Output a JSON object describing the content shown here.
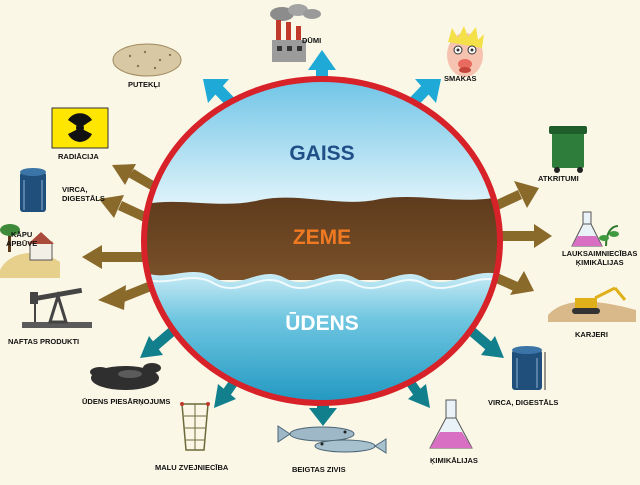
{
  "zones": {
    "air": {
      "label": "GAISS",
      "color": "#1f4f86"
    },
    "land": {
      "label": "ZEME",
      "color": "#f07a22"
    },
    "water": {
      "label": "ŪDENS",
      "color": "#ffffff"
    }
  },
  "colors": {
    "background": "#fbf7e6",
    "ring": "#d62228",
    "sky": "#a9dcef",
    "soil": "#6b4423",
    "water": "#2aa8c8",
    "arrow_brown": "#8a6a2b",
    "arrow_blue": "#1ea9d6",
    "arrow_teal": "#12808c"
  },
  "sources": [
    {
      "id": "dumi",
      "label": "DŪMI",
      "icon": "factory-smoke-icon"
    },
    {
      "id": "smakas",
      "label": "SMAKAS",
      "icon": "face-holding-nose-icon"
    },
    {
      "id": "atkritumi",
      "label": "ATKRITUMI",
      "icon": "trash-bin-icon"
    },
    {
      "id": "lauksaimniecibas",
      "label_lines": [
        "LAUKSAIMNIECĪBAS",
        "ĶIMIKĀLIJAS"
      ],
      "icon": "flask-with-plant-icon"
    },
    {
      "id": "karjeri",
      "label": "KARJERI",
      "icon": "excavator-icon"
    },
    {
      "id": "virca-right",
      "label": "VIRCA, DIGESTĀLS",
      "icon": "storage-tank-icon"
    },
    {
      "id": "kimikalijas",
      "label": "ĶIMIKĀLIJAS",
      "icon": "chemical-flask-icon"
    },
    {
      "id": "beigtas-zivis",
      "label": "BEIGTAS ZIVIS",
      "icon": "dead-fish-icon"
    },
    {
      "id": "malu-zvejnieciba",
      "label": "MALU ZVEJNIECĪBA",
      "icon": "fishing-net-icon"
    },
    {
      "id": "udens-piesarnojums",
      "label": "ŪDENS PIESĀRŅOJUMS",
      "icon": "oil-spill-icon"
    },
    {
      "id": "naftas-produkti",
      "label": "NAFTAS PRODUKTI",
      "icon": "oil-pump-icon"
    },
    {
      "id": "kapu-apbuve",
      "label_lines": [
        "KĀPU",
        "APBŪVE"
      ],
      "icon": "dune-house-icon"
    },
    {
      "id": "virca-left",
      "label_lines": [
        "VIRCA,",
        "DIGESTĀLS"
      ],
      "icon": "storage-tank-icon"
    },
    {
      "id": "radiacija",
      "label": "RADIĀCIJA",
      "icon": "radiation-sign-icon"
    },
    {
      "id": "putekli",
      "label": "PUTEKĻI",
      "icon": "dust-cloud-icon"
    }
  ]
}
